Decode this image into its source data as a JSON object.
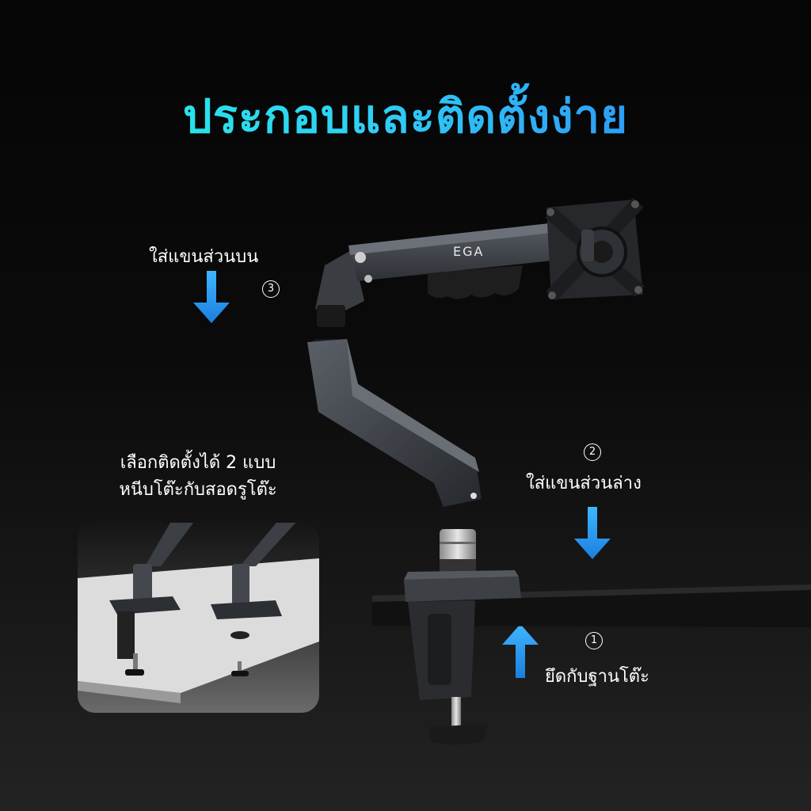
{
  "headline": "ประกอบและติดตั้งง่าย",
  "brand_logo_text": "EGA",
  "colors": {
    "headline_gradient_start": "#22f5dd",
    "headline_gradient_end": "#2b7bf5",
    "arrow_blue": "#1f9bf0",
    "background": "#0b0b0b"
  },
  "steps": [
    {
      "number": "1",
      "label": "ยึดกับฐานโต๊ะ",
      "arrow_icon": "arrow-up-icon"
    },
    {
      "number": "2",
      "label": "ใส่แขนส่วนล่าง",
      "arrow_icon": "arrow-down-icon"
    },
    {
      "number": "3",
      "label": "ใส่แขนส่วนบน",
      "arrow_icon": "arrow-down-icon"
    }
  ],
  "install_note": {
    "line1": "เลือกติดตั้งได้ 2 แบบ",
    "line2": "หนีบโต๊ะกับสอดรูโต๊ะ"
  }
}
